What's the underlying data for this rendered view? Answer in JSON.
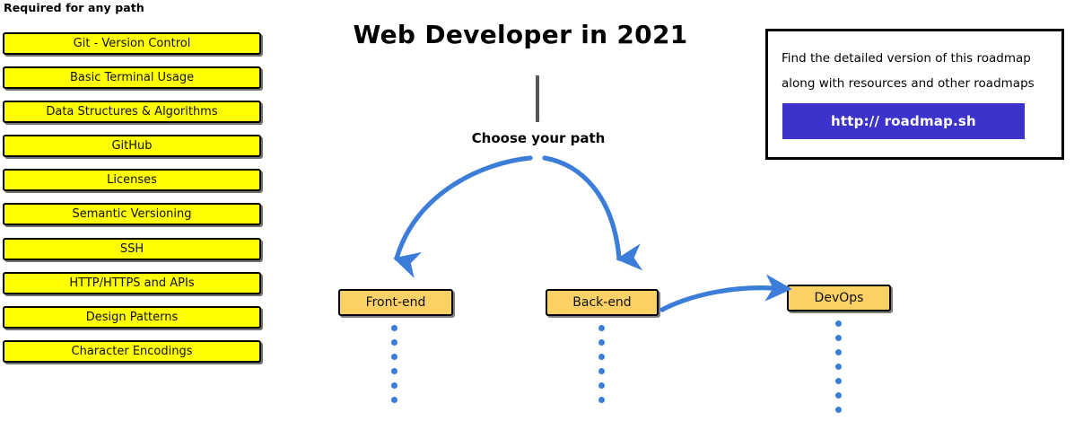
{
  "required_section": {
    "heading": "Required for any path",
    "items": [
      {
        "label": "Git - Version Control"
      },
      {
        "label": "Basic Terminal Usage"
      },
      {
        "label": "Data Structures & Algorithms"
      },
      {
        "label": "GitHub"
      },
      {
        "label": "Licenses"
      },
      {
        "label": "Semantic Versioning"
      },
      {
        "label": "SSH"
      },
      {
        "label": "HTTP/HTTPS and APIs"
      },
      {
        "label": "Design Patterns"
      },
      {
        "label": "Character Encodings"
      }
    ]
  },
  "center": {
    "title": "Web Developer in 2021",
    "choose_path_label": "Choose your path",
    "paths": [
      {
        "label": "Front-end"
      },
      {
        "label": "Back-end"
      },
      {
        "label": "DevOps"
      }
    ]
  },
  "callout": {
    "line_1": "Find the detailed version of this roadmap",
    "line_2": "along with resources and other roadmaps",
    "url_label": "http:// roadmap.sh"
  },
  "colors": {
    "required_box_fill": "#ffff00",
    "path_box_fill": "#fbd065",
    "arrow_blue": "#3b7dd8",
    "url_button": "#3b33cc",
    "stem_gray": "#555555",
    "outline": "#000000"
  }
}
